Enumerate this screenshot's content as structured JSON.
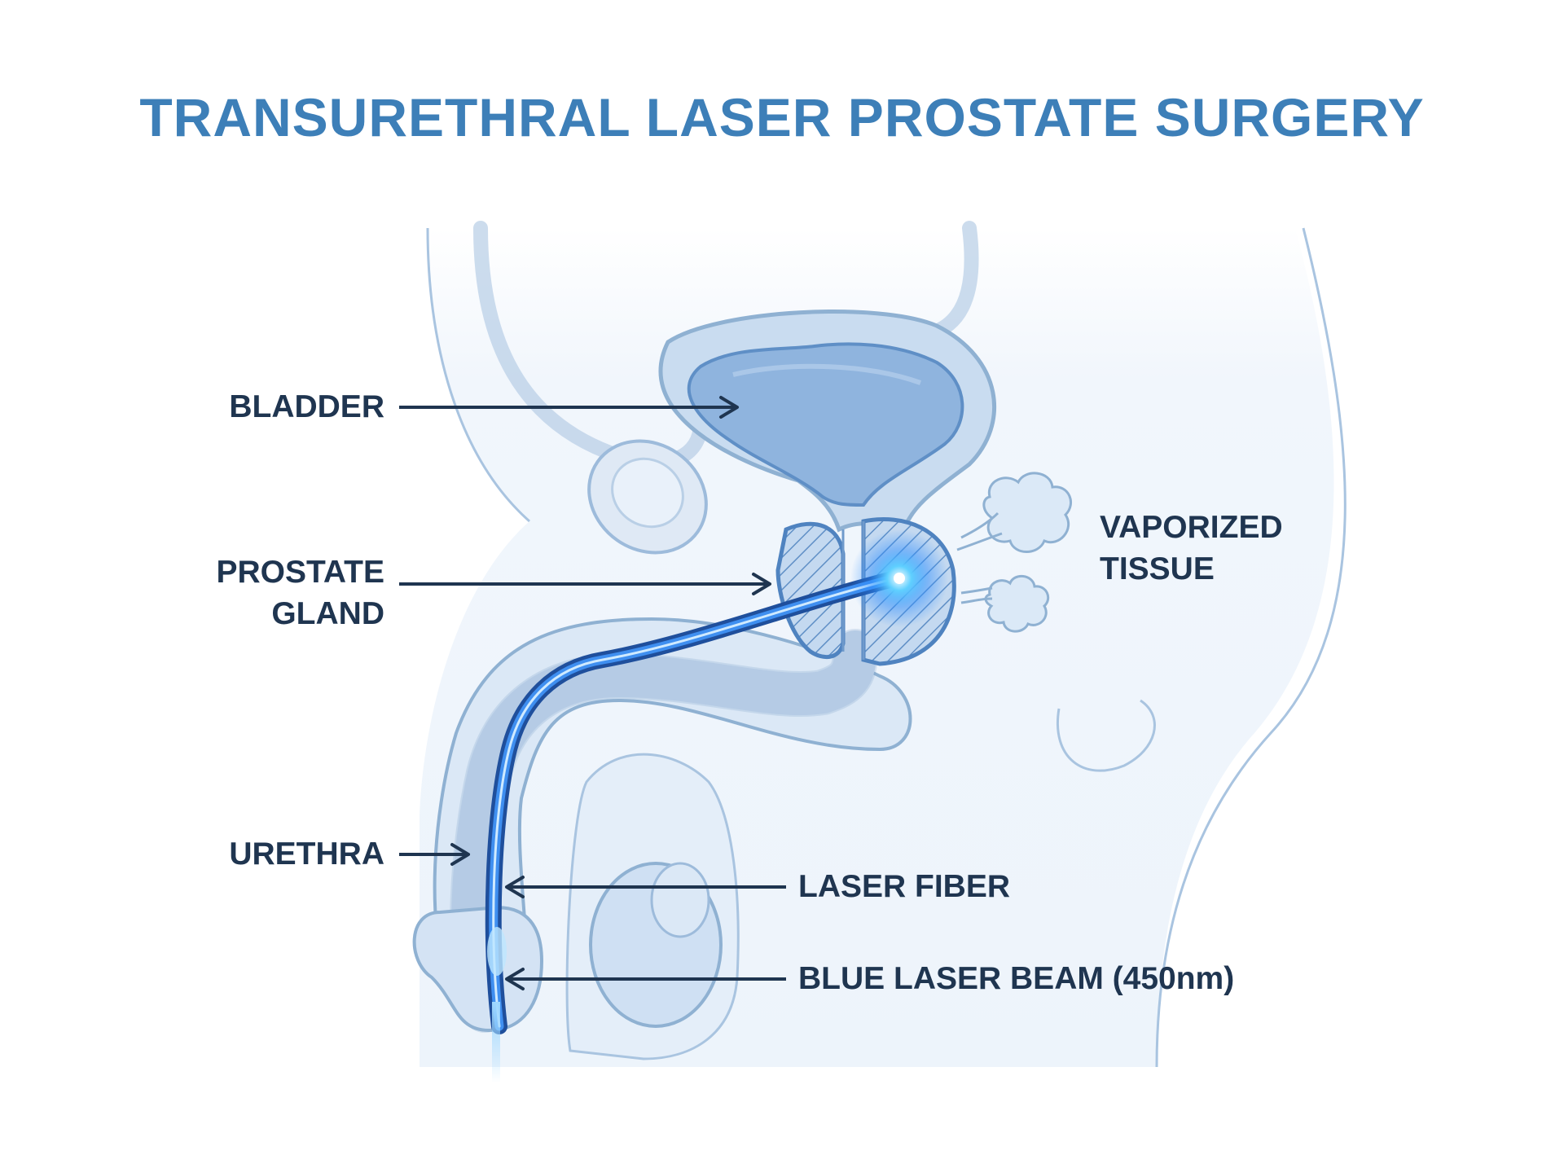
{
  "title": "TRANSURETHRAL LASER PROSTATE SURGERY",
  "labels": {
    "bladder": "BLADDER",
    "prostate_line1": "PROSTATE",
    "prostate_line2": "GLAND",
    "urethra": "URETHRA",
    "vaporized_line1": "VAPORIZED",
    "vaporized_line2": "TISSUE",
    "laser_fiber": "LASER FIBER",
    "laser_beam": "BLUE LASER BEAM (450nm)"
  },
  "colors": {
    "title": "#3d7fb8",
    "label_text": "#1f3550",
    "arrow": "#1f3550",
    "outline": "#8fb1d2",
    "tissue_fill": "#eaf2fa",
    "organ_fill": "#bcd3ec",
    "bladder_inner": "#86aedb",
    "prostate_hatch": "#4f83c0",
    "fiber": "#1f63c8",
    "laser_glow": "#3ab8ff"
  }
}
